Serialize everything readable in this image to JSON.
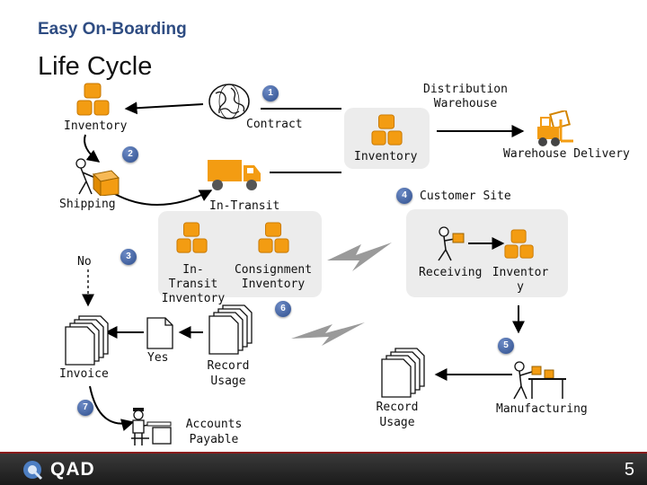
{
  "header": {
    "subtitle": "Easy On-Boarding",
    "title": "Life Cycle"
  },
  "badges": [
    "1",
    "2",
    "3",
    "4",
    "5",
    "6",
    "7"
  ],
  "labels": {
    "distribution_warehouse": "Distribution\nWarehouse",
    "contract": "Contract",
    "inventory_left": "Inventory",
    "inventory_dw": "Inventory",
    "warehouse_delivery": "Warehouse Delivery",
    "shipping": "Shipping",
    "in_transit": "In-Transit",
    "customer_site": "Customer Site",
    "no": "No",
    "in_transit_inventory": "In-Transit\nInventory",
    "consignment_inventory": "Consignment\nInventory",
    "receiving": "Receiving",
    "inventory_cs": "Inventor\ny",
    "invoice": "Invoice",
    "yes": "Yes",
    "record_usage_mid": "Record\nUsage",
    "record_usage_right": "Record\nUsage",
    "manufacturing": "Manufacturing",
    "accounts_payable": "Accounts\nPayable"
  },
  "colors": {
    "accent": "#2e4c82",
    "orange": "#f39c12",
    "badge": "#2f4f8d",
    "panel": "#ececec"
  },
  "icons": [
    "box-stack-icon",
    "globe-icon",
    "truck-icon",
    "forklift-icon",
    "worker-icon",
    "document-stack-icon",
    "lightning-icon",
    "desk-worker-icon"
  ],
  "footer": {
    "logo": "QAD",
    "page_number": "5"
  }
}
